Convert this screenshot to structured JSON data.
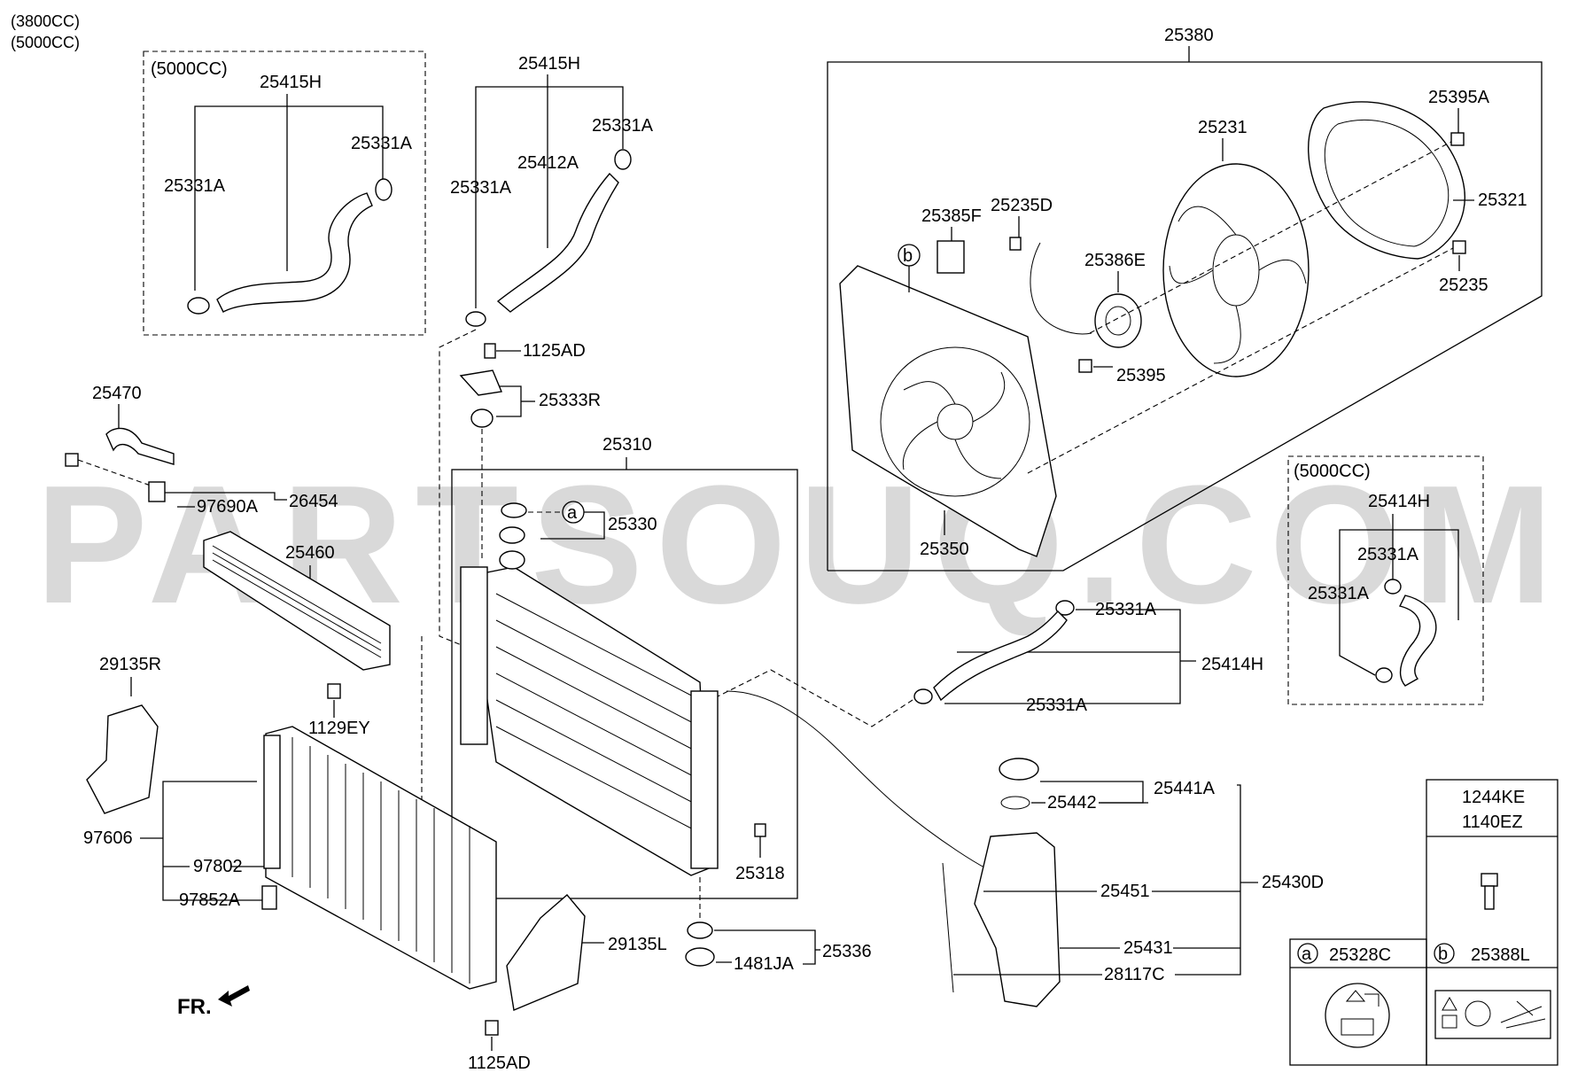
{
  "engine_variants": [
    "(3800CC)",
    "(5000CC)"
  ],
  "watermark": "PARTSOUQ.COM",
  "orientation_label": "FR.",
  "box_5000_left": {
    "variant": "(5000CC)",
    "hose": "25415H",
    "clamp_right": "25331A",
    "clamp_left": "25331A"
  },
  "box_5000_right": {
    "variant": "(5000CC)",
    "hose": "25414H",
    "clamp_top": "25331A",
    "clamp_bottom": "25331A"
  },
  "parts": {
    "hose_upper": "25415H",
    "clamp_upper_right": "25331A",
    "hose_upper_mid": "25412A",
    "clamp_upper_left": "25331A",
    "bolt_top": "1125AD",
    "bracket_mount": "25333R",
    "radiator_assy": "25310",
    "cap_set": "25330",
    "tube_oil": "25470",
    "clip": "97690A",
    "bracket_oil": "26454",
    "oil_cooler": "25460",
    "bolt_oil": "1129EY",
    "guard_left": "29135R",
    "condenser_assy": "97606",
    "condenser_part": "97802",
    "dryer": "97852A",
    "guard_right": "29135L",
    "bolt_bottom": "1125AD",
    "drain_plug": "25318",
    "mount_set": "25336",
    "insulator": "1481JA",
    "fan_assy": "25380",
    "bolt_shroud_top": "25395A",
    "fan": "25231",
    "shroud_ring": "25321",
    "screw_ring": "25235",
    "resistor": "25385F",
    "screw_resistor": "25235D",
    "motor": "25386E",
    "bolt_motor": "25395",
    "shroud": "25350",
    "hose_lower_clamp_top": "25331A",
    "hose_lower": "25414H",
    "hose_lower_clamp_bottom": "25331A",
    "cap_reservoir": "25441A",
    "gasket_reservoir": "25442",
    "reservoir_assy": "25430D",
    "hose_reservoir": "25451",
    "reservoir": "25431",
    "level_gauge": "28117C"
  },
  "legend": {
    "top_codes": [
      "1244KE",
      "1140EZ"
    ],
    "item_a_marker": "a",
    "item_a_code": "25328C",
    "item_b_marker": "b",
    "item_b_code": "25388L"
  },
  "callouts": {
    "a": "a",
    "b": "b"
  }
}
